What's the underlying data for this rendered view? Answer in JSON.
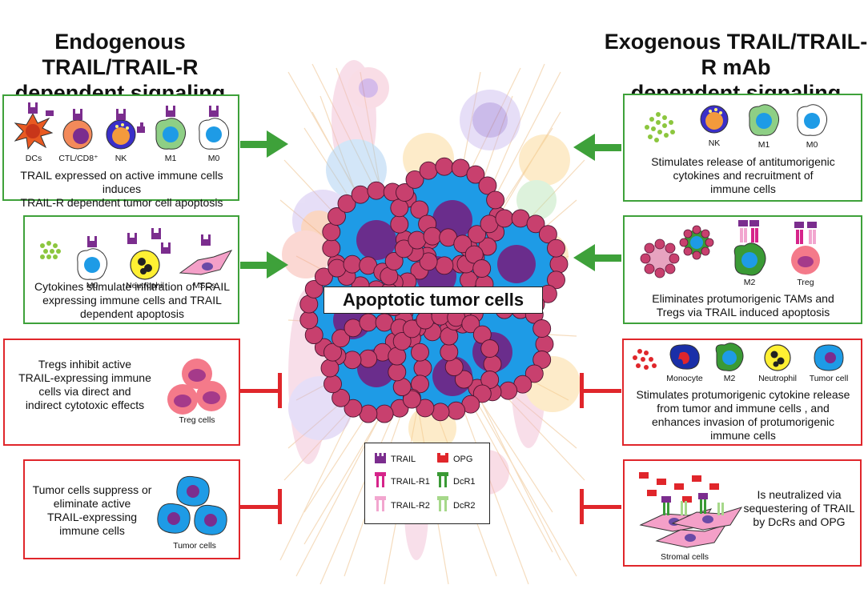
{
  "headings": {
    "left": [
      "Endogenous TRAIL/TRAIL-R",
      "dependent signaling"
    ],
    "right": [
      "Exogenous TRAIL/TRAIL-R mAb",
      "dependent signaling"
    ]
  },
  "center_label": "Apoptotic  tumor cells",
  "left_boxes": [
    {
      "labels": [
        "DCs",
        "CTL/CD8⁺",
        "NK",
        "M1",
        "M0"
      ],
      "caption": [
        "TRAIL expressed on active immune cells induces",
        "TRAIL-R dependent tumor cell apoptosis"
      ]
    },
    {
      "labels": [
        "M0",
        "Neutrophil",
        "MSCs"
      ],
      "caption": [
        "Cytokines stimulate  infiltration of TRAIL",
        "expressing immune cells and TRAIL",
        "dependent apoptosis"
      ]
    },
    {
      "labels": [
        "Treg cells"
      ],
      "caption": [
        "Tregs inhibit active",
        "TRAIL-expressing immune",
        "cells via direct and",
        "indirect cytotoxic effects"
      ]
    },
    {
      "labels": [
        "Tumor cells"
      ],
      "caption": [
        "Tumor cells suppress or",
        "eliminate active",
        "TRAIL-expressing",
        "immune cells"
      ]
    }
  ],
  "right_boxes": [
    {
      "labels": [
        "NK",
        "M1",
        "M0"
      ],
      "caption": [
        "Stimulates release of antitumorigenic",
        "cytokines and recruitment of",
        "immune cells"
      ]
    },
    {
      "labels": [
        "M2",
        "Treg"
      ],
      "caption": [
        "Eliminates protumorigenic TAMs  and",
        "Tregs via TRAIL induced apoptosis"
      ]
    },
    {
      "labels": [
        "Monocyte",
        "M2",
        "Neutrophil",
        "Tumor cell"
      ],
      "caption": [
        "Stimulates protumorigenic cytokine release",
        "from tumor and immune cells , and",
        "enhances invasion of  protumorigenic",
        "immune cells"
      ]
    },
    {
      "labels": [
        "Stromal cells"
      ],
      "caption": [
        "Is neutralized via",
        "sequestering of TRAIL",
        "by DcRs and OPG"
      ]
    }
  ],
  "legend": [
    {
      "name": "TRAIL",
      "color": "#7b2d8e",
      "icon": "trail-icon"
    },
    {
      "name": "OPG",
      "color": "#e0262b",
      "icon": "opg-icon"
    },
    {
      "name": "TRAIL-R1",
      "color": "#d6248a",
      "icon": "trail-r1-icon"
    },
    {
      "name": "DcR1",
      "color": "#3a9a35",
      "icon": "dcr1-icon"
    },
    {
      "name": "TRAIL-R2",
      "color": "#f2a6cf",
      "icon": "trail-r2-icon"
    },
    {
      "name": "DcR2",
      "color": "#a6d88a",
      "icon": "dcr2-icon"
    }
  ],
  "colors": {
    "green_border": "#3ea13a",
    "red_border": "#e0262b",
    "tumor_blue": "#1e9be6",
    "tumor_nucleus": "#6a2d8c",
    "apoptotic_bead": "#c8406e"
  }
}
